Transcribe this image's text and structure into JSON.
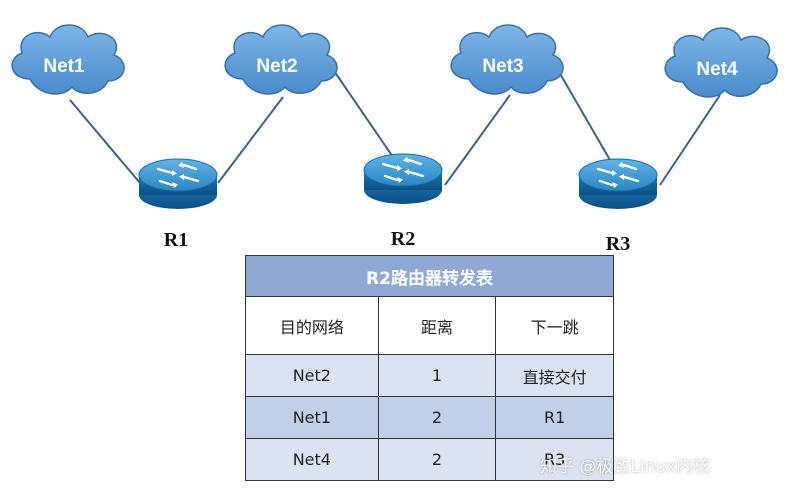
{
  "networks": [
    {
      "label": "Net1"
    },
    {
      "label": "Net2"
    },
    {
      "label": "Net3"
    },
    {
      "label": "Net4"
    }
  ],
  "routers": [
    {
      "label": "R1"
    },
    {
      "label": "R2"
    },
    {
      "label": "R3"
    }
  ],
  "table": {
    "title": "R2路由器转发表",
    "headers": [
      "目的网络",
      "距离",
      "下一跳"
    ],
    "rows": [
      [
        "Net2",
        "1",
        "直接交付"
      ],
      [
        "Net1",
        "2",
        "R1"
      ],
      [
        "Net4",
        "2",
        "R3"
      ]
    ]
  },
  "watermark": "知乎 @极致Linux内核",
  "colors": {
    "cloud_fill": "#5b9bd5",
    "cloud_stroke": "#3a6fa6",
    "router_body": "#2f8fc8",
    "link_line": "#3e5e99",
    "table_title_bg": "#8fa9d4",
    "row_light_bg": "#dbe3f2",
    "row_dark_bg": "#c2cfe8"
  }
}
